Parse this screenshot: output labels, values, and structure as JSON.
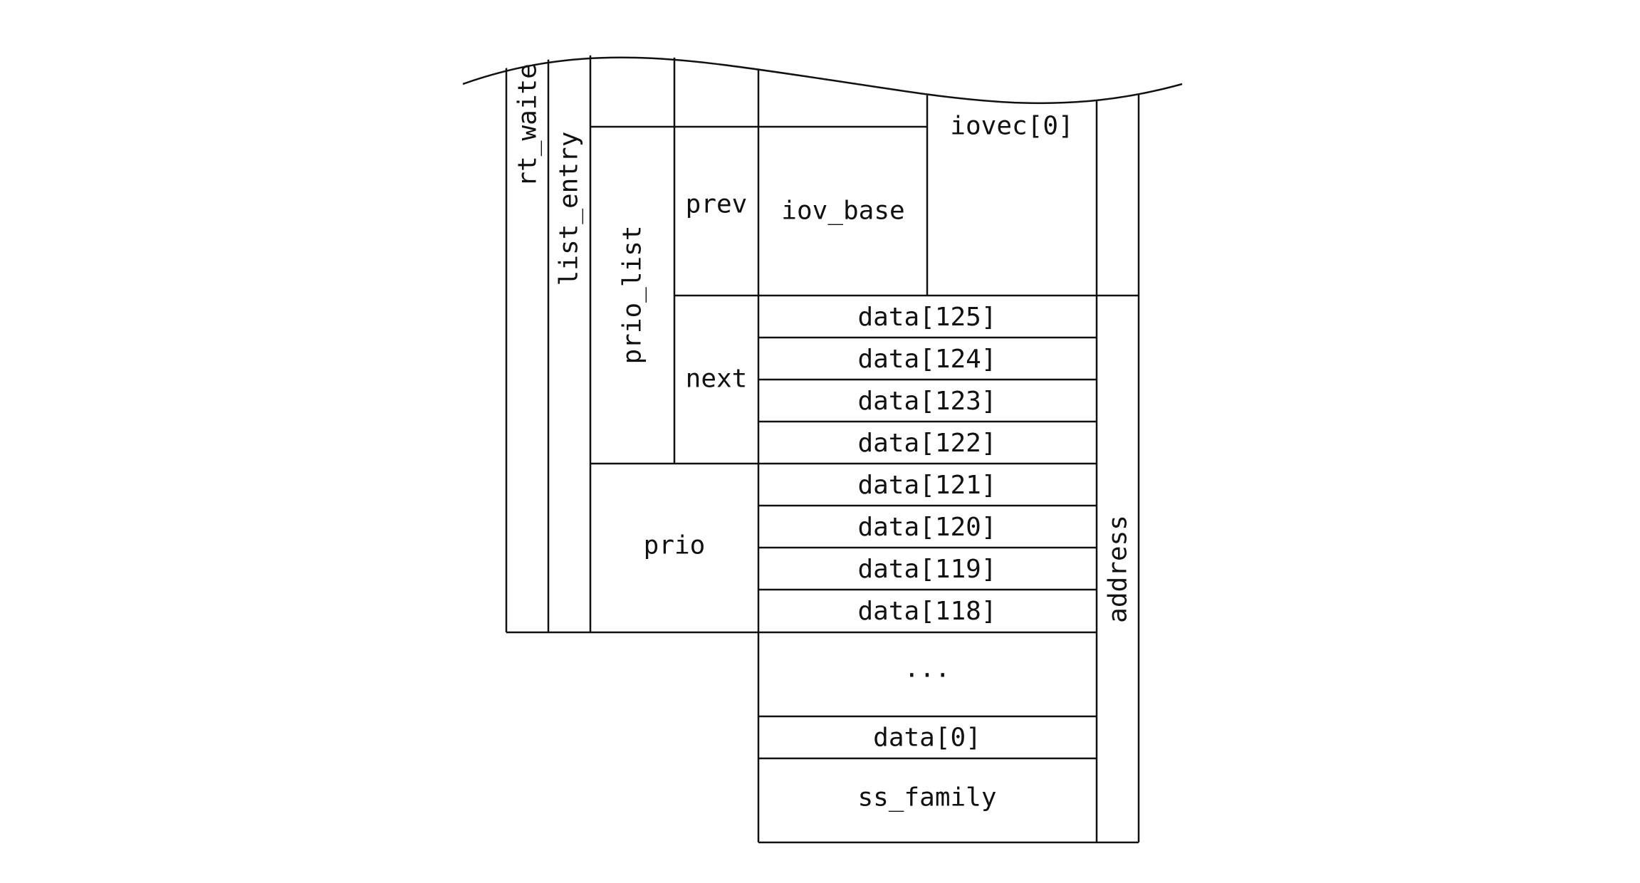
{
  "diagram": {
    "labels": {
      "rt_waiter": "rt_waiter",
      "list_entry": "list_entry",
      "prio_list": "prio_list",
      "prev": "prev",
      "next": "next",
      "prio": "prio",
      "iov_base": "iov_base",
      "iovec0": "iovec[0]",
      "address": "address",
      "ellipsis": "...",
      "data0": "data[0]",
      "ss_family": "ss_family"
    },
    "data_rows": [
      "data[125]",
      "data[124]",
      "data[123]",
      "data[122]",
      "data[121]",
      "data[120]",
      "data[119]",
      "data[118]"
    ]
  }
}
